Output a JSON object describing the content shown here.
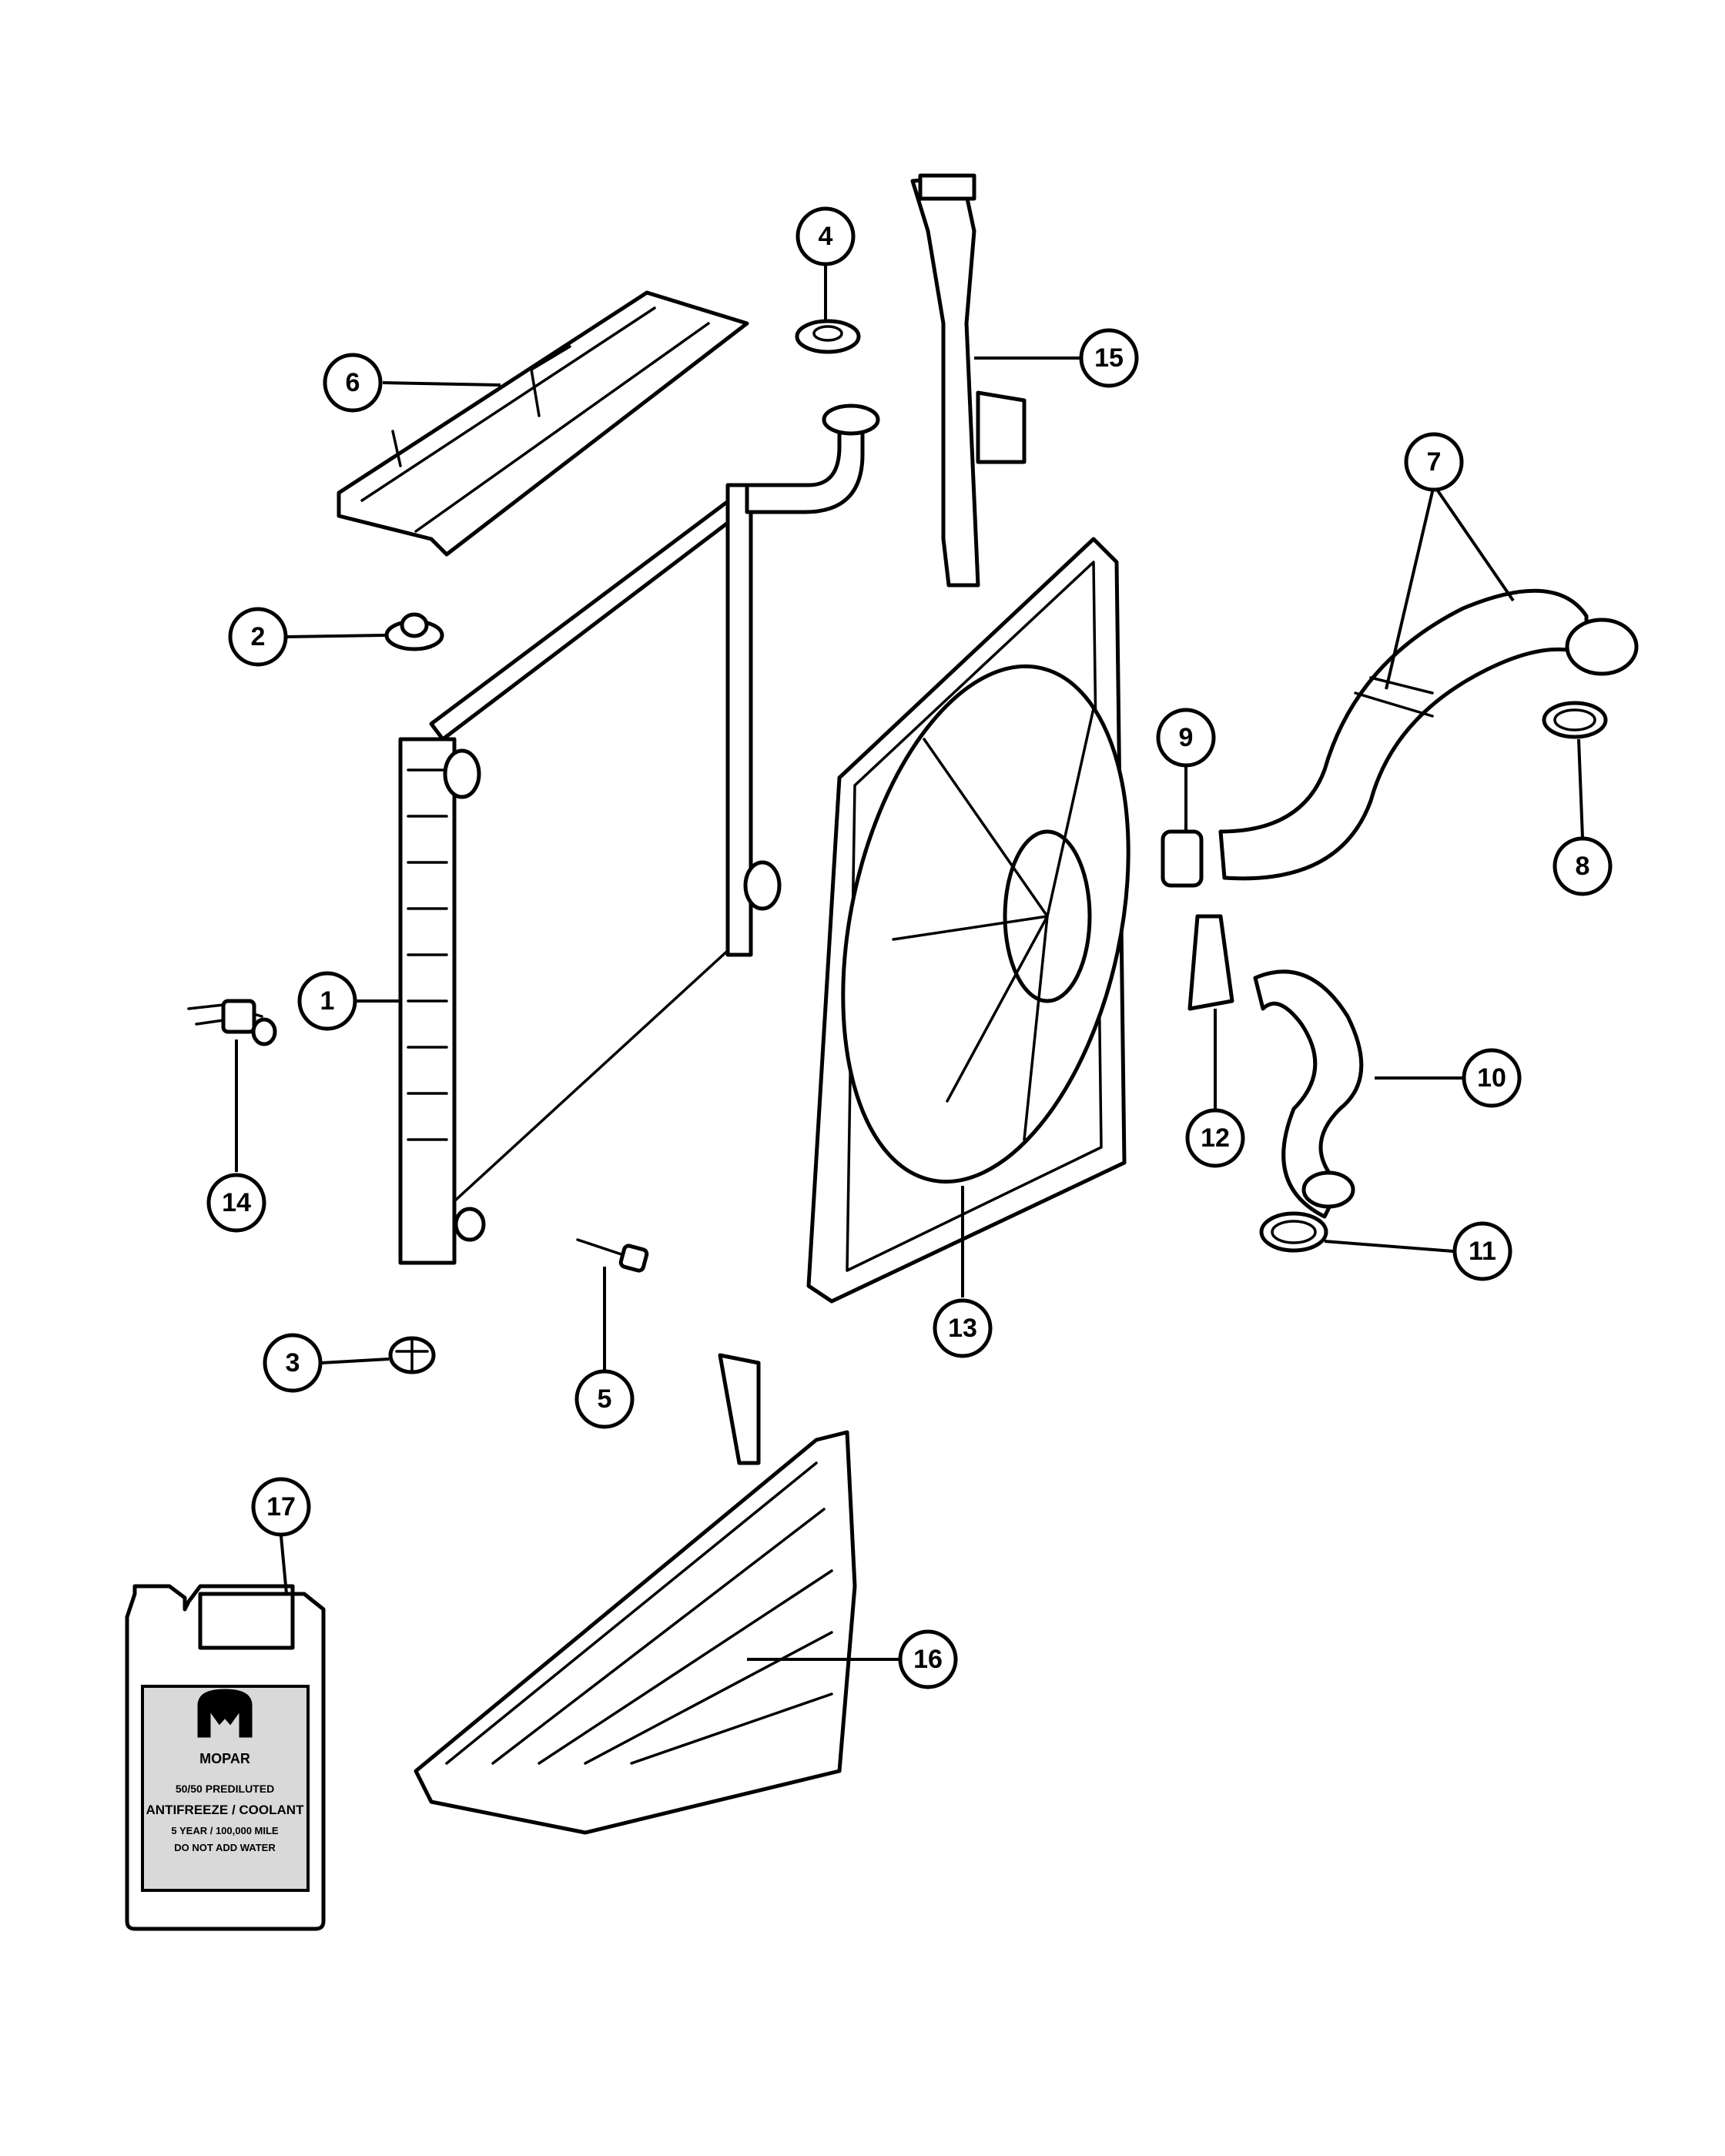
{
  "callouts": [
    {
      "id": "1",
      "label": "1"
    },
    {
      "id": "2",
      "label": "2"
    },
    {
      "id": "3",
      "label": "3"
    },
    {
      "id": "4",
      "label": "4"
    },
    {
      "id": "5",
      "label": "5"
    },
    {
      "id": "6",
      "label": "6"
    },
    {
      "id": "7",
      "label": "7"
    },
    {
      "id": "8",
      "label": "8"
    },
    {
      "id": "9",
      "label": "9"
    },
    {
      "id": "10",
      "label": "10"
    },
    {
      "id": "11",
      "label": "11"
    },
    {
      "id": "12",
      "label": "12"
    },
    {
      "id": "13",
      "label": "13"
    },
    {
      "id": "14",
      "label": "14"
    },
    {
      "id": "15",
      "label": "15"
    },
    {
      "id": "16",
      "label": "16"
    },
    {
      "id": "17",
      "label": "17"
    }
  ],
  "jug_label": {
    "brand": "MOPAR",
    "line1": "50/50 PREDILUTED",
    "line2": "ANTIFREEZE / COOLANT",
    "line3": "5 YEAR / 100,000 MILE",
    "line4": "DO NOT ADD WATER"
  },
  "colors": {
    "ink": "#000000",
    "paper": "#ffffff",
    "label_panel": "#d9d9d9"
  }
}
